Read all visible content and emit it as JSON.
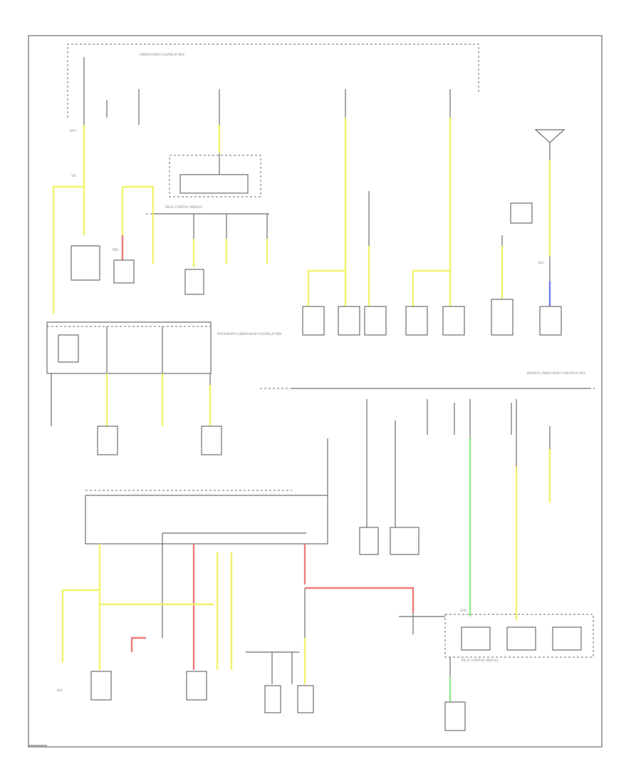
{
  "diagram": {
    "labels": {
      "relay_box": "RELAY CONTROL MODULE",
      "under_hood": "UNDER-HOOD FUSE/RELAY BOX",
      "passenger_box": "PASSENGER'S UNDER-DASH FUSE/RELAY BOX",
      "driver_box": "DRIVER'S UNDER-DASH FUSE/RELAY BOX",
      "wht": "WHT",
      "yel": "YEL",
      "blk": "BLK",
      "red": "RED",
      "grn": "GRN",
      "blu": "BLU"
    },
    "colors": {
      "yellow": "#f2f26a",
      "red": "#ee7a7a",
      "green": "#8ee88e",
      "blue": "#6f7ff0",
      "wire": "#6e6e6e"
    }
  }
}
